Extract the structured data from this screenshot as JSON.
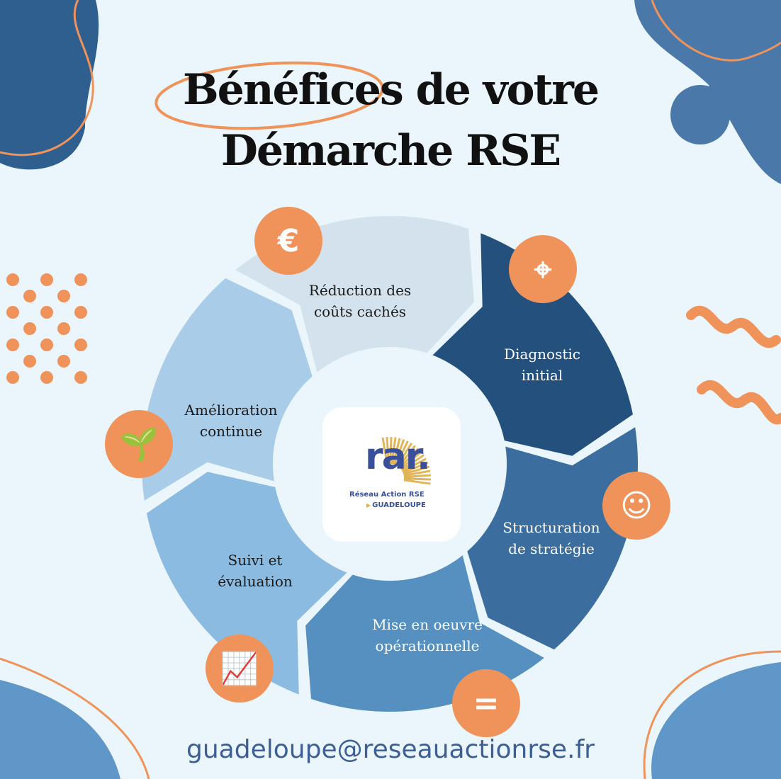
{
  "title": {
    "line1": "Bénéfices de votre",
    "line2": "Démarche RSE"
  },
  "segments": [
    {
      "label1": "Réduction des",
      "label2": "coûts cachés",
      "icon": "euro-icon",
      "color": "#d3e2ec",
      "text_color": "#1a1a1a"
    },
    {
      "label1": "Diagnostic",
      "label2": "initial",
      "icon": "target-icon",
      "color": "#24507d",
      "text_color": "#ffffff"
    },
    {
      "label1": "Structuration",
      "label2": "de stratégie",
      "icon": "head-icon",
      "color": "#3b6e9e",
      "text_color": "#ffffff"
    },
    {
      "label1": "Mise en oeuvre",
      "label2": "opérationnelle",
      "icon": "equal-icon",
      "color": "#5690c0",
      "text_color": "#ffffff"
    },
    {
      "label1": "Suivi et",
      "label2": "évaluation",
      "icon": "chart-icon",
      "color": "#8bbbe0",
      "text_color": "#1a1a1a"
    },
    {
      "label1": "Amélioration",
      "label2": "continue",
      "icon": "plant-icon",
      "color": "#a9cde8",
      "text_color": "#1a1a1a"
    }
  ],
  "logo": {
    "mark": "rar.",
    "line1": "Réseau Action RSE",
    "line2": "GUADELOUPE"
  },
  "email": "guadeloupe@reseauactionrse.fr",
  "colors": {
    "accent": "#f0935a",
    "dark_blue": "#2f5f8f"
  }
}
